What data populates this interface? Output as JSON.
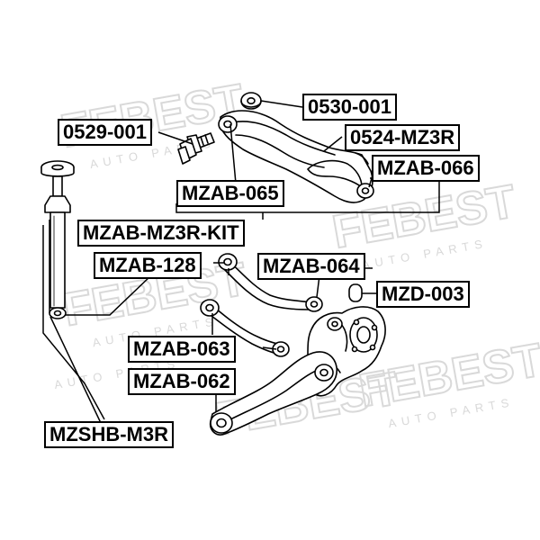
{
  "watermark": {
    "brand": "FEBEST",
    "tagline": "AUTO PARTS",
    "color": "#d9d9d9"
  },
  "labels": {
    "p0530_001": "0530-001",
    "p0529_001": "0529-001",
    "p0524_mz3r": "0524-MZ3R",
    "mzab_066": "MZAB-066",
    "mzab_065": "MZAB-065",
    "mzab_mz3r_kit": "MZAB-MZ3R-KIT",
    "mzab_128": "MZAB-128",
    "mzab_064": "MZAB-064",
    "mzd_003": "MZD-003",
    "mzab_063": "MZAB-063",
    "mzab_062": "MZAB-062",
    "mzshb_m3r": "MZSHB-M3R"
  }
}
